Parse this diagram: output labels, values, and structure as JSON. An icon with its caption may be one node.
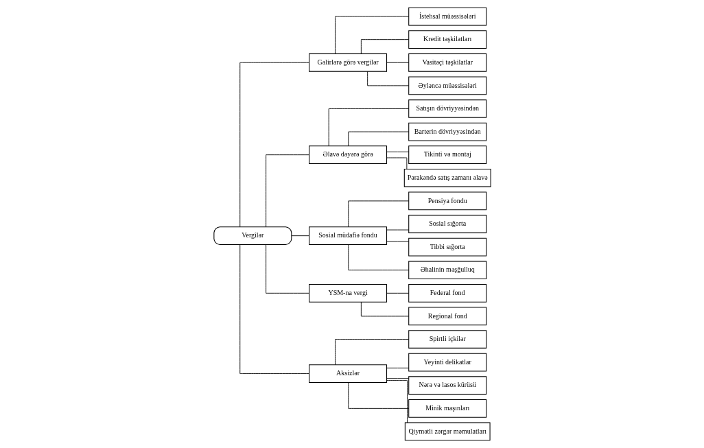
{
  "diagram": {
    "nodes": [
      {
        "text": [
          "Vergilər"
        ]
      },
      {
        "text": [
          "Gəlirlərə görə vergilər"
        ]
      },
      {
        "text": [
          "İstehsal müəssisələri"
        ]
      },
      {
        "text": [
          "Kredit təşkilatları"
        ]
      },
      {
        "text": [
          "Vasitəçi təşkilatlar"
        ]
      },
      {
        "text": [
          "Əyləncə müəssisələri"
        ]
      },
      {
        "text": [
          "Əlavə dəyərə görə"
        ]
      },
      {
        "text": [
          "Satışın dövriyyəsindən"
        ]
      },
      {
        "text": [
          "Barterin dövriyyəsindən"
        ]
      },
      {
        "text": [
          "Tikinti və montaj"
        ]
      },
      {
        "text": [
          "Pərakəndə satış zamanı əlavə"
        ]
      },
      {
        "text": [
          "Sosial müdafiə fondu"
        ]
      },
      {
        "text": [
          "Pensiya fondu"
        ]
      },
      {
        "text": [
          "Sosial sığorta"
        ]
      },
      {
        "text": [
          "Tibbi sığorta"
        ]
      },
      {
        "text": [
          "Əhalinin məşğulluq"
        ]
      },
      {
        "text": [
          "YSM-na vergi"
        ]
      },
      {
        "text": [
          "Federal fond"
        ]
      },
      {
        "text": [
          "Regional fond"
        ]
      },
      {
        "text": [
          "Aksizlər"
        ]
      },
      {
        "text": [
          "Spirtli içkilər"
        ]
      },
      {
        "text": [
          "Yeyinti delikatlar"
        ]
      },
      {
        "text": [
          "Nərə və lasos kürüsü"
        ]
      },
      {
        "text": [
          "Minik maşınları"
        ]
      },
      {
        "text": [
          "Qiymətli zərgər məmulatları"
        ]
      }
    ],
    "edges": [
      {
        "from": 0,
        "to": 1,
        "arrow": "none"
      },
      {
        "from": 0,
        "to": 6,
        "arrow": "none"
      },
      {
        "from": 0,
        "to": 11,
        "arrow": "none"
      },
      {
        "from": 0,
        "to": 16,
        "arrow": "none"
      },
      {
        "from": 0,
        "to": 19,
        "arrow": "none"
      },
      {
        "from": 1,
        "to": 2,
        "arrow": "none"
      },
      {
        "from": 1,
        "to": 3,
        "arrow": "none"
      },
      {
        "from": 1,
        "to": 4,
        "arrow": "none"
      },
      {
        "from": 1,
        "to": 5,
        "arrow": "none"
      },
      {
        "from": 6,
        "to": 7,
        "arrow": "none"
      },
      {
        "from": 6,
        "to": 8,
        "arrow": "none"
      },
      {
        "from": 6,
        "to": 9,
        "arrow": "none"
      },
      {
        "from": 6,
        "to": 10,
        "arrow": "none"
      },
      {
        "from": 11,
        "to": 12,
        "arrow": "none"
      },
      {
        "from": 11,
        "to": 13,
        "arrow": "none"
      },
      {
        "from": 11,
        "to": 14,
        "arrow": "none"
      },
      {
        "from": 11,
        "to": 15,
        "arrow": "none"
      },
      {
        "from": 16,
        "to": 17,
        "arrow": "none"
      },
      {
        "from": 16,
        "to": 18,
        "arrow": "none"
      },
      {
        "from": 19,
        "to": 20,
        "arrow": "none"
      },
      {
        "from": 19,
        "to": 21,
        "arrow": "none"
      },
      {
        "from": 19,
        "to": 22,
        "arrow": "none"
      },
      {
        "from": 19,
        "to": 23,
        "arrow": "none"
      },
      {
        "from": 19,
        "to": 24,
        "arrow": "none"
      }
    ]
  }
}
